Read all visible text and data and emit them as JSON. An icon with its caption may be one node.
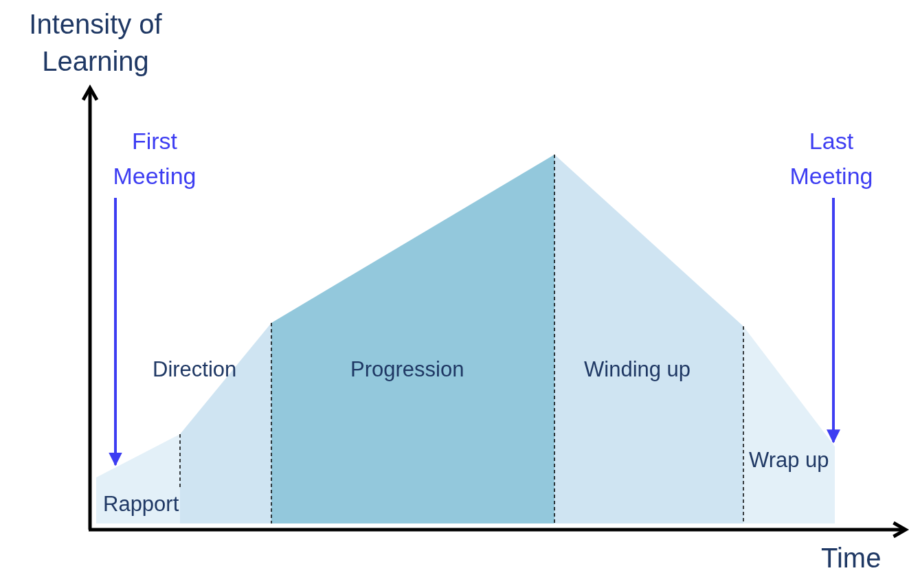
{
  "diagram": {
    "nodes": [
      {
        "text": [
          "Rapport"
        ]
      },
      {
        "text": [
          "Direction"
        ]
      },
      {
        "text": [
          "Progression"
        ]
      },
      {
        "text": [
          "Winding up"
        ]
      },
      {
        "text": [
          "Wrap up"
        ]
      },
      {
        "text": [
          "First Meeting"
        ]
      },
      {
        "text": [
          "Last Meeting"
        ]
      }
    ],
    "edges": [
      {
        "from": 5,
        "to": 0,
        "arrow": "to"
      },
      {
        "from": 6,
        "to": 4,
        "arrow": "to"
      }
    ],
    "labels": [
      "Intensity of Learning",
      "Time"
    ]
  }
}
